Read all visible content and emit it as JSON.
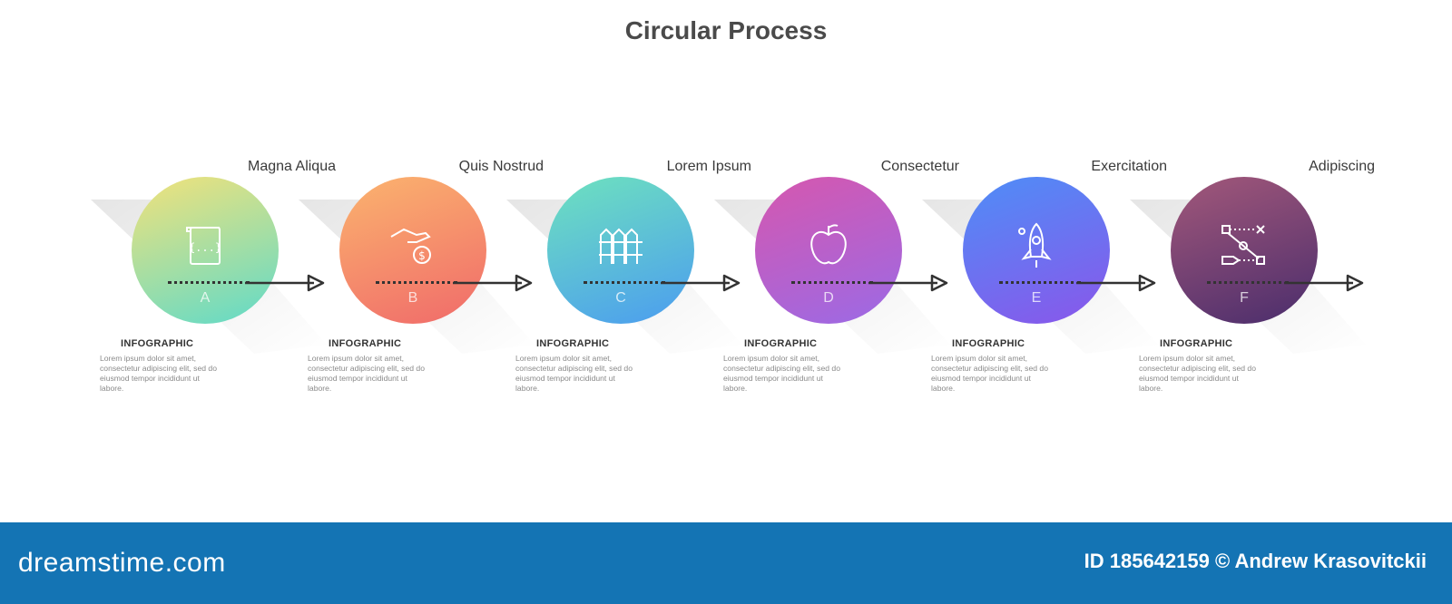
{
  "title": "Circular Process",
  "steps": [
    {
      "label": "Magna Aliqua",
      "letter": "A",
      "icon": "scroll-code-icon",
      "heading": "INFOGRAPHIC",
      "text": "Lorem ipsum dolor sit amet, consectetur adipiscing elit, sed do eiusmod tempor incididunt ut labore.",
      "color_from": "#f3e27a",
      "color_to": "#5fdac9"
    },
    {
      "label": "Quis Nostrud",
      "letter": "B",
      "icon": "hand-coin-icon",
      "heading": "INFOGRAPHIC",
      "text": "Lorem ipsum dolor sit amet, consectetur adipiscing elit, sed do eiusmod tempor incididunt ut labore.",
      "color_from": "#fbb46e",
      "color_to": "#f06a6a"
    },
    {
      "label": "Lorem Ipsum",
      "letter": "C",
      "icon": "fence-icon",
      "heading": "INFOGRAPHIC",
      "text": "Lorem ipsum dolor sit amet, consectetur adipiscing elit, sed do eiusmod tempor incididunt ut labore.",
      "color_from": "#6ee2be",
      "color_to": "#4b9cf0"
    },
    {
      "label": "Consectetur",
      "letter": "D",
      "icon": "apple-icon",
      "heading": "INFOGRAPHIC",
      "text": "Lorem ipsum dolor sit amet, consectetur adipiscing elit, sed do eiusmod tempor incididunt ut labore.",
      "color_from": "#d657ae",
      "color_to": "#9b6ae6"
    },
    {
      "label": "Exercitation",
      "letter": "E",
      "icon": "rocket-icon",
      "heading": "INFOGRAPHIC",
      "text": "Lorem ipsum dolor sit amet, consectetur adipiscing elit, sed do eiusmod tempor incididunt ut labore.",
      "color_from": "#4e8ef7",
      "color_to": "#8a56ea"
    },
    {
      "label": "Adipiscing",
      "letter": "F",
      "icon": "vector-path-icon",
      "heading": "INFOGRAPHIC",
      "text": "Lorem ipsum dolor sit amet, consectetur adipiscing elit, sed do eiusmod tempor incididunt ut labore.",
      "color_from": "#a3587a",
      "color_to": "#4a2d6c"
    }
  ],
  "footer": {
    "brand": "dreamstime.com",
    "credit": "ID 185642159 © Andrew Krasovitckii",
    "background": "#1474b4"
  }
}
